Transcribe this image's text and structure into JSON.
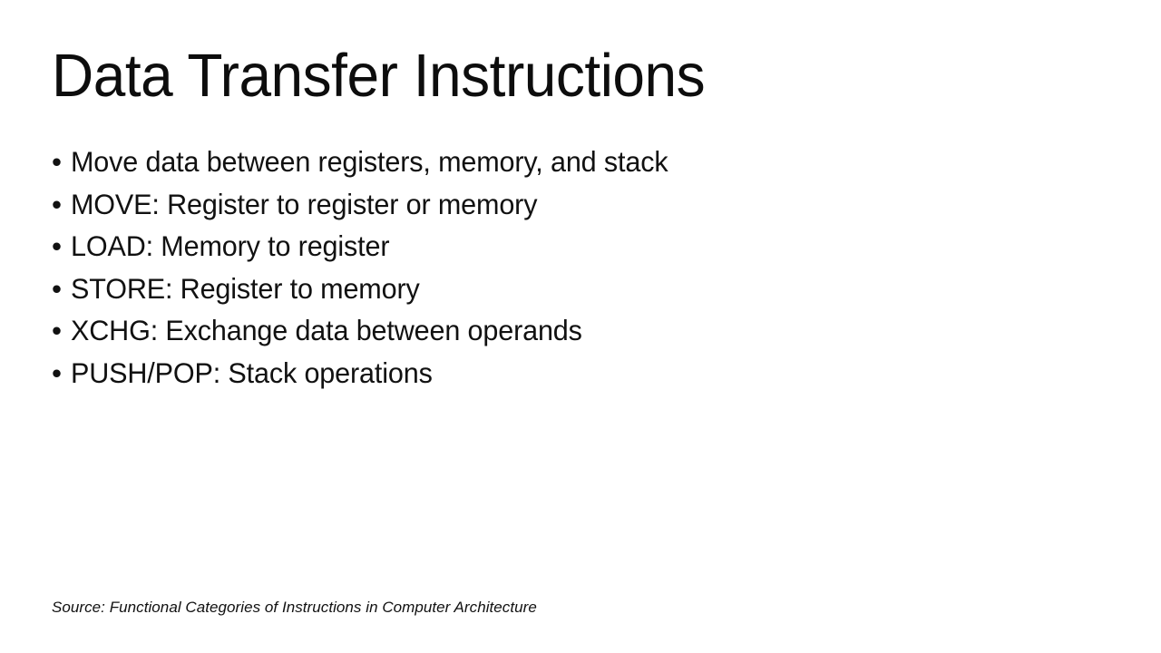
{
  "slide": {
    "background_color": "#ffffff",
    "text_color": "#111111",
    "title": "Data Transfer Instructions",
    "bullet_marker": "•",
    "bullets": [
      {
        "text": "Move data between registers, memory, and stack"
      },
      {
        "text": "MOVE: Register to register or memory"
      },
      {
        "text": "LOAD: Memory to register"
      },
      {
        "text": "STORE: Register to memory"
      },
      {
        "text": "XCHG: Exchange data between operands"
      },
      {
        "text": "PUSH/POP: Stack operations"
      }
    ],
    "source_note": "Source: Functional Categories of Instructions in Computer Architecture"
  }
}
